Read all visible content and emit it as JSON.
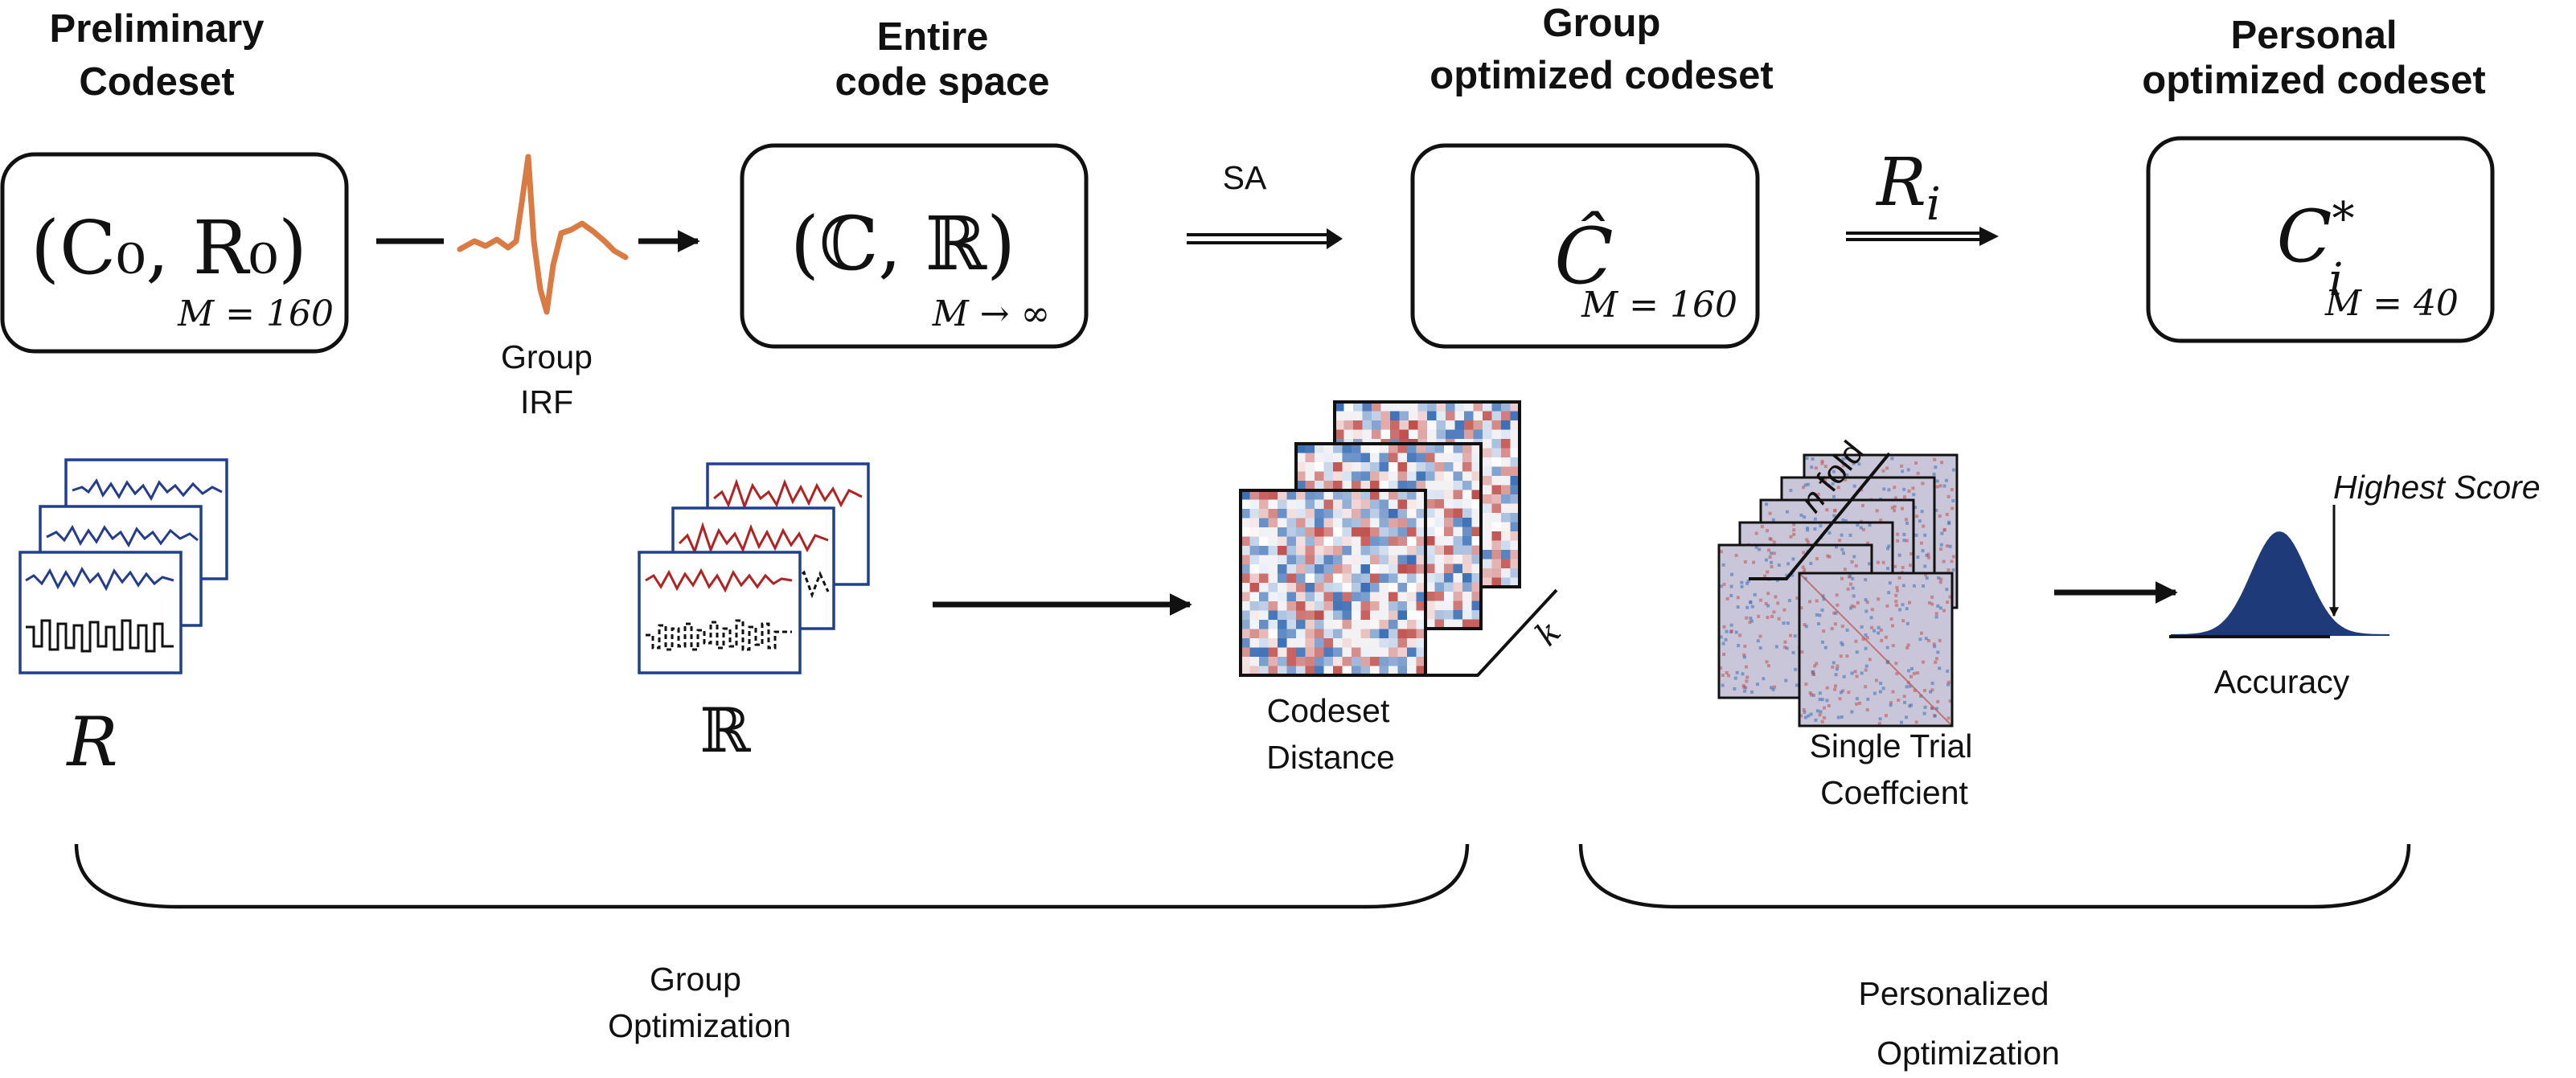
{
  "headings": {
    "preliminary_line1": "Preliminary",
    "preliminary_line2": "Codeset",
    "entire_line1": "Entire",
    "entire_line2": "code space",
    "group_line1": "Group",
    "group_line2": "optimized codeset",
    "personal_line1": "Personal",
    "personal_line2": "optimized codeset"
  },
  "boxes": {
    "preliminary": {
      "formula": "(C₀, R₀)",
      "size_label": "M = 160"
    },
    "entire": {
      "formula": "(ℂ, ℝ)",
      "size_label": "M → ∞"
    },
    "group": {
      "formula": "Ĉ",
      "size_label": "M = 160"
    },
    "personal": {
      "formula_base": "C",
      "formula_sup": "*",
      "formula_sub": "i",
      "size_label": "M = 40"
    }
  },
  "irf": {
    "label_line1": "Group",
    "label_line2": "IRF",
    "color": "#d97b42"
  },
  "arrows": {
    "sa_label": "SA",
    "ri_base": "R",
    "ri_sub": "i"
  },
  "stacks": {
    "r_label": "R",
    "bb_r_label": "ℝ"
  },
  "matrices": {
    "label_line1": "Codeset",
    "label_line2": "Distance",
    "k_label": "k"
  },
  "coefficients": {
    "n_label": "n",
    "fold_label": "fold",
    "label_line1": "Single Trial",
    "label_line2": "Coeffcient"
  },
  "distribution": {
    "highest_label": "Highest Score",
    "accuracy_label": "Accuracy",
    "fill_color": "#1e3a78"
  },
  "groups": {
    "group_line1": "Group",
    "group_line2": "Optimization",
    "personal_line1": "Personalized",
    "personal_line2": "Optimization"
  },
  "colors": {
    "panel_border": "#1f3f8f",
    "trace_blue": "#243c8e",
    "trace_red": "#b22222",
    "heat_blue": "#3b6fb6",
    "heat_red": "#c0504d"
  }
}
